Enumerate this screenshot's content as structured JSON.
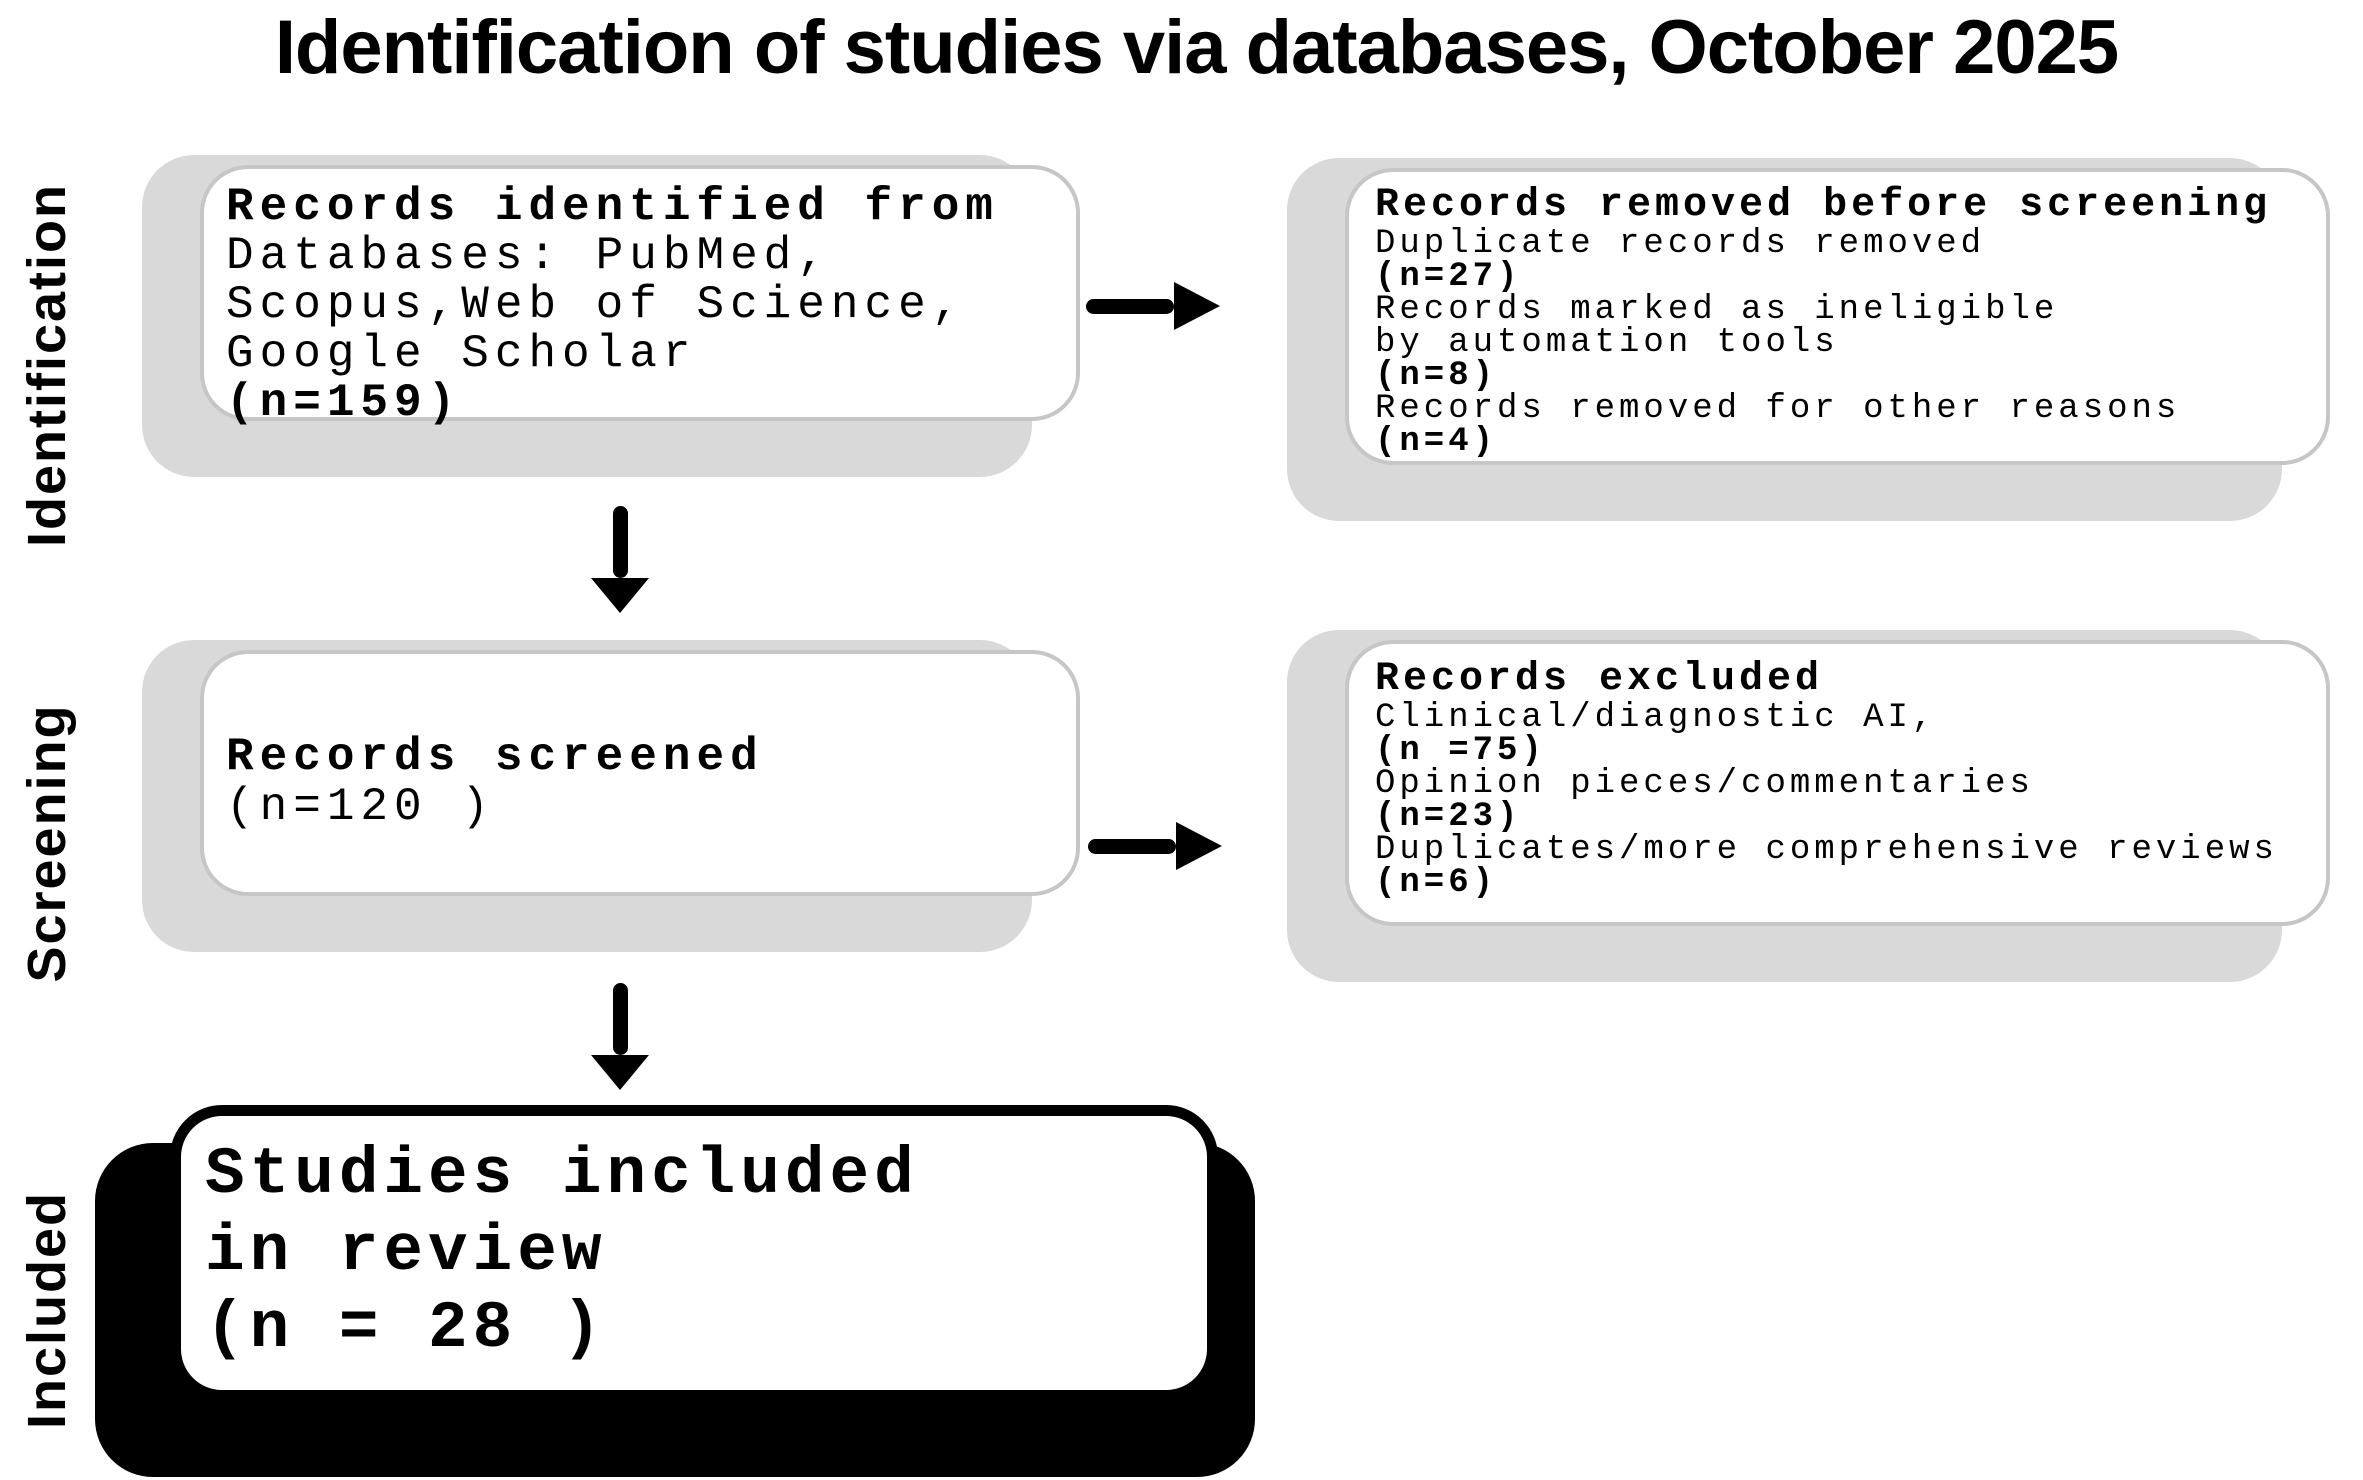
{
  "title": "Identification of studies via databases, October 2025",
  "stages": [
    {
      "label": "Identification"
    },
    {
      "label": "Screening"
    },
    {
      "label": "Included"
    }
  ],
  "boxes": {
    "identified": {
      "lines": [
        {
          "text": "Records identified from",
          "bold": true
        },
        {
          "text": "Databases: PubMed,",
          "bold": false
        },
        {
          "text": "Scopus,Web of Science,",
          "bold": false
        },
        {
          "text": "Google Scholar",
          "bold": false
        },
        {
          "text": "(n=159)",
          "bold": true
        }
      ]
    },
    "removed": {
      "lines": [
        {
          "text": "Records removed before screening",
          "bold": true
        },
        {
          "text": "Duplicate records removed",
          "bold": false
        },
        {
          "text": "(n=27)",
          "bold": true
        },
        {
          "text": "Records marked as ineligible",
          "bold": false
        },
        {
          "text": "by automation tools",
          "bold": false
        },
        {
          "text": "(n=8)",
          "bold": true
        },
        {
          "text": "Records removed for other reasons",
          "bold": false
        },
        {
          "text": "(n=4)",
          "bold": true
        }
      ]
    },
    "screened": {
      "lines": [
        {
          "text": "Records screened",
          "bold": true
        },
        {
          "text": "(n=120 )",
          "bold": false
        }
      ]
    },
    "excluded": {
      "lines": [
        {
          "text": "Records excluded",
          "bold": true
        },
        {
          "text": "Clinical/diagnostic AI,",
          "bold": false
        },
        {
          "text": "(n =75)",
          "bold": true
        },
        {
          "text": "Opinion pieces/commentaries",
          "bold": false
        },
        {
          "text": "(n=23)",
          "bold": true
        },
        {
          "text": "Duplicates/more comprehensive reviews",
          "bold": false
        },
        {
          "text": "(n=6)",
          "bold": true
        }
      ]
    },
    "included": {
      "lines": [
        {
          "text": "Studies included",
          "bold": true
        },
        {
          "text": "in review",
          "bold": true
        },
        {
          "text": "(n = 28 )",
          "bold": true
        }
      ]
    }
  },
  "colors": {
    "background": "#ffffff",
    "text": "#000000",
    "box_shadow_gray": "#d9d9d9",
    "box_border_gray": "#c6c6c6",
    "included_shadow_black": "#000000"
  }
}
